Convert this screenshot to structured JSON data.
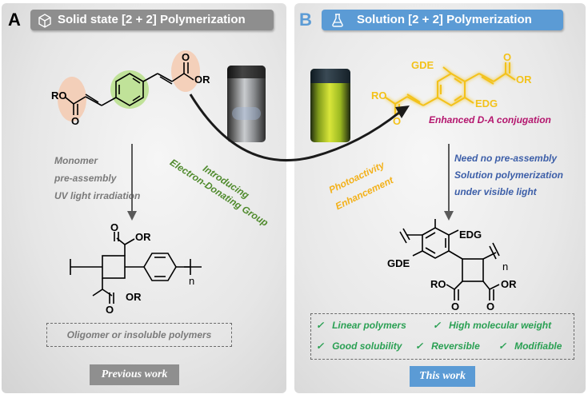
{
  "colors": {
    "header_a": "#8e8e8e",
    "header_b": "#5b9bd5",
    "donor_green": "#4f8a2c",
    "gold": "#f3c21a",
    "acceptor_magenta": "#b4166e",
    "blue_text": "#3c5ea8",
    "feature_green": "#2aa053"
  },
  "panel_a": {
    "letter": "A",
    "header_icon": "cube-icon",
    "header": "Solid state [2 + 2] Polymerization",
    "monomer": {
      "ro_left": "RO",
      "or_right": "OR",
      "o_left": "O",
      "o_right": "O"
    },
    "conditions": [
      "Monomer",
      "pre-assembly",
      "UV light irradiation"
    ],
    "polymer": {
      "or_top": "OR",
      "or_bottom": "OR",
      "o_top": "O",
      "o_bottom": "O",
      "n": "n"
    },
    "result": "Oligomer or insoluble polymers",
    "tag": "Previous work"
  },
  "middle": {
    "introducing_line1": "Introducing",
    "introducing_line2": "Electron-Donating Group",
    "photo_line1": "Photoactivity",
    "photo_line2": "Enhancement"
  },
  "panel_b": {
    "letter": "B",
    "header_icon": "flask-icon",
    "header": "Solution [2 + 2] Polymerization",
    "monomer": {
      "gde": "GDE",
      "edg": "EDG",
      "ro": "RO",
      "or": "OR",
      "o_left": "O",
      "o_right": "O"
    },
    "enhanced": "Enhanced D-A conjugation",
    "conditions": [
      "Need no pre-assembly",
      "Solution polymerization",
      "under visible light"
    ],
    "polymer": {
      "edg": "EDG",
      "gde": "GDE",
      "ro": "RO",
      "or": "OR",
      "o_left": "O",
      "o_right": "O",
      "n": "n"
    },
    "features": [
      {
        "check": "✓",
        "label": "Linear polymers"
      },
      {
        "check": "✓",
        "label": "High molecular weight"
      },
      {
        "check": "✓",
        "label": "Good solubility"
      },
      {
        "check": "✓",
        "label": "Reversible"
      },
      {
        "check": "✓",
        "label": "Modifiable"
      }
    ],
    "tag": "This work"
  }
}
